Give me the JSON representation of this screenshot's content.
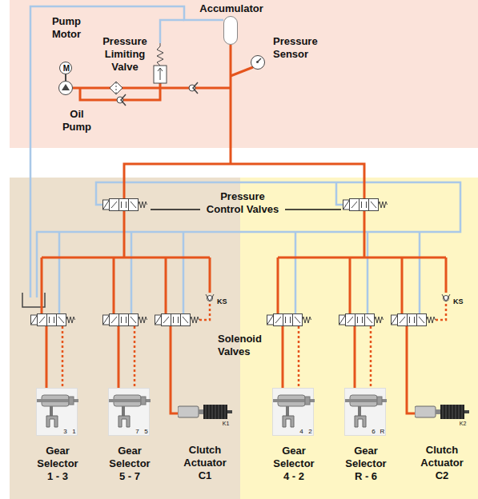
{
  "diagram": {
    "nodes": [
      {
        "text": [
          "Pump Motor",
          "M"
        ]
      },
      {
        "text": [
          "Oil Pump"
        ]
      },
      {
        "text": [
          "Accumulator"
        ]
      },
      {
        "text": [
          "Pressure Sensor"
        ]
      },
      {
        "text": [
          "3",
          "1",
          "Gear Selector 1 - 3"
        ]
      },
      {
        "text": [
          "7",
          "5",
          "Gear Selector 5 - 7"
        ]
      },
      {
        "text": [
          "K1",
          "Clutch Actuator C1"
        ]
      },
      {
        "text": [
          "4",
          "2",
          "Gear Selector 4 - 2"
        ]
      },
      {
        "text": [
          "6",
          "R",
          "Gear Selector R - 6"
        ]
      },
      {
        "text": [
          "K2",
          "Clutch Actuator C2"
        ]
      }
    ],
    "edges": [
      {
        "from": 0,
        "to": 1,
        "arrow": "none"
      }
    ],
    "labels": [
      "Pressure Limiting Valve",
      "Pressure Control Valves",
      "KS",
      "Solenoid Valves",
      "KS"
    ]
  }
}
